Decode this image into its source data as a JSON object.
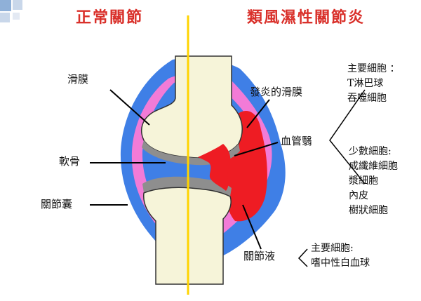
{
  "titles": {
    "normal": "正常關節",
    "ra": "類風濕性關節炎"
  },
  "labels": {
    "synovium": "滑膜",
    "cartilage": "軟骨",
    "capsule": "關節囊",
    "inflamed_synovium": "發炎的滑膜",
    "pannus": "血管翳",
    "synovial_fluid": "關節液"
  },
  "cells": {
    "main_header": "主要細胞 ：",
    "main_items": [
      "T淋巴球",
      "吞噬細胞"
    ],
    "minor_header": "少數細胞:",
    "minor_items": [
      "成纖維細胞",
      "漿細胞",
      "內皮",
      "樹狀細胞"
    ],
    "fluid_header": "主要細胞:",
    "fluid_items": [
      "嗜中性白血球"
    ]
  },
  "colors": {
    "title": "#d9302a",
    "capsule": "#3f7fe6",
    "synovium": "#f27bd7",
    "inflammation": "#ee1c23",
    "bone": "#f6f4d9",
    "cartilage": "#8e8e8e",
    "midline": "#ffd400"
  }
}
